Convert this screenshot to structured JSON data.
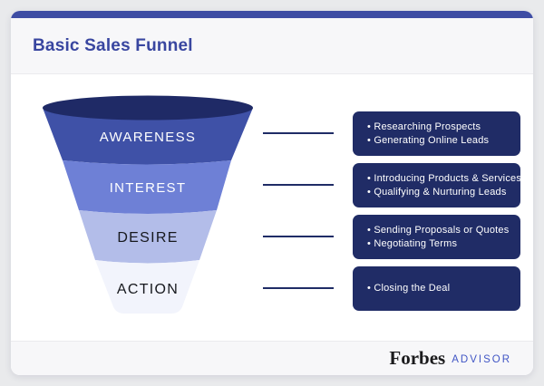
{
  "card": {
    "title": "Basic Sales Funnel"
  },
  "funnel": {
    "top_color": "#1f2a66",
    "stages": [
      {
        "label": "AWARENESS",
        "color": "#3f51a7",
        "text_color": "#ffffff"
      },
      {
        "label": "INTEREST",
        "color": "#6e80d6",
        "text_color": "#ffffff"
      },
      {
        "label": "DESIRE",
        "color": "#b3bde9",
        "text_color": "#16181d"
      },
      {
        "label": "ACTION",
        "color": "#f2f4fc",
        "text_color": "#16181d"
      }
    ]
  },
  "details": [
    {
      "bullets": [
        "Researching Prospects",
        "Generating Online Leads"
      ]
    },
    {
      "bullets": [
        "Introducing Products & Services",
        "Qualifying & Nurturing Leads"
      ]
    },
    {
      "bullets": [
        "Sending Proposals or Quotes",
        "Negotiating Terms"
      ]
    },
    {
      "bullets": [
        "Closing the Deal"
      ]
    }
  ],
  "footer": {
    "brand": "Forbes",
    "brand_suffix": "ADVISOR"
  },
  "colors": {
    "accent_bar": "#3e4da4",
    "title_text": "#3946a0",
    "detail_box_bg": "#202c66",
    "connector": "#1f2c66",
    "advisor_text": "#4156c5",
    "page_background": "#e9eaec",
    "header_footer_strip": "#f7f7f9"
  }
}
